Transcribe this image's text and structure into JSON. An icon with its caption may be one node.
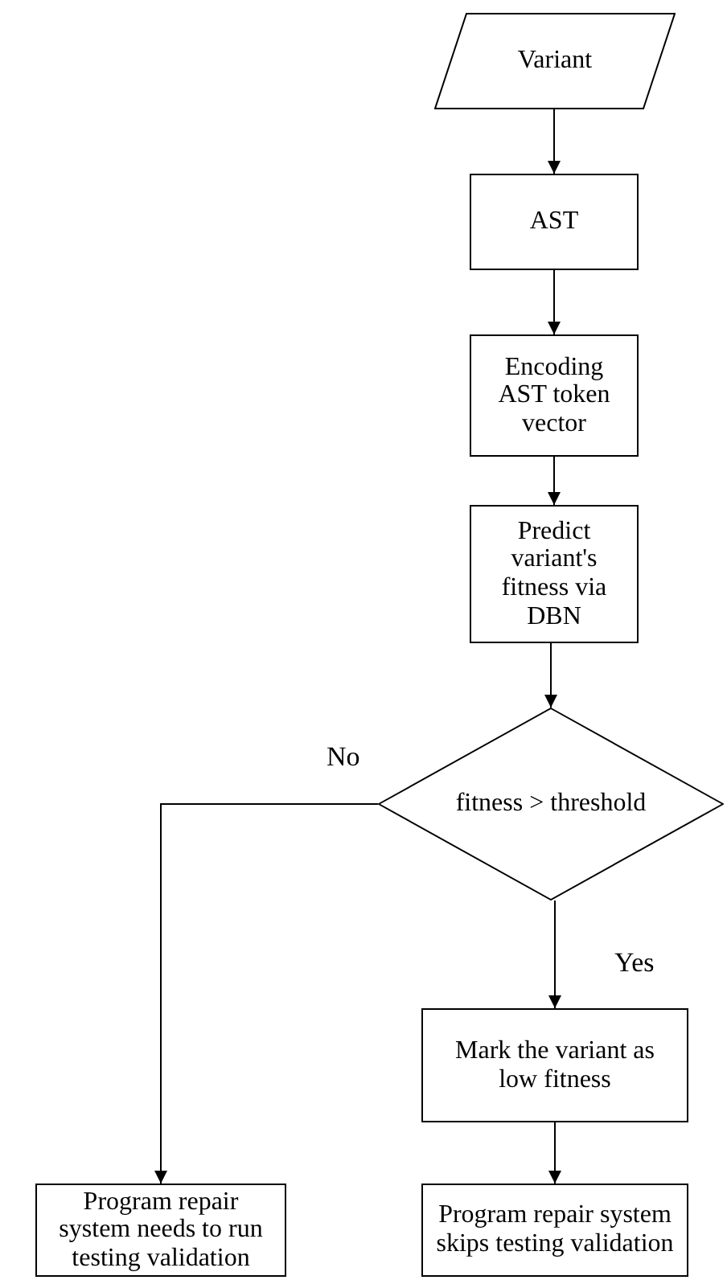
{
  "diagram": {
    "nodes": [
      {
        "text": [
          "Variant"
        ]
      },
      {
        "text": [
          "AST"
        ]
      },
      {
        "text": [
          "Encoding AST token vector"
        ]
      },
      {
        "text": [
          "Predict variant's fitness via DBN"
        ]
      },
      {
        "text": [
          "fitness > threshold"
        ]
      },
      {
        "text": [
          "Mark the variant as low fitness"
        ]
      },
      {
        "text": [
          "Program repair system needs to run testing validation"
        ]
      },
      {
        "text": [
          "Program repair system skips testing validation"
        ]
      }
    ],
    "edges": [
      {
        "from": 0,
        "to": 1,
        "arrow": "to"
      },
      {
        "from": 1,
        "to": 2,
        "arrow": "to"
      },
      {
        "from": 2,
        "to": 3,
        "arrow": "to"
      },
      {
        "from": 3,
        "to": 4,
        "arrow": "to"
      },
      {
        "from": 4,
        "to": 6,
        "arrow": "to",
        "label": "No"
      },
      {
        "from": 4,
        "to": 5,
        "arrow": "to",
        "label": "Yes"
      },
      {
        "from": 5,
        "to": 7,
        "arrow": "to"
      }
    ]
  }
}
